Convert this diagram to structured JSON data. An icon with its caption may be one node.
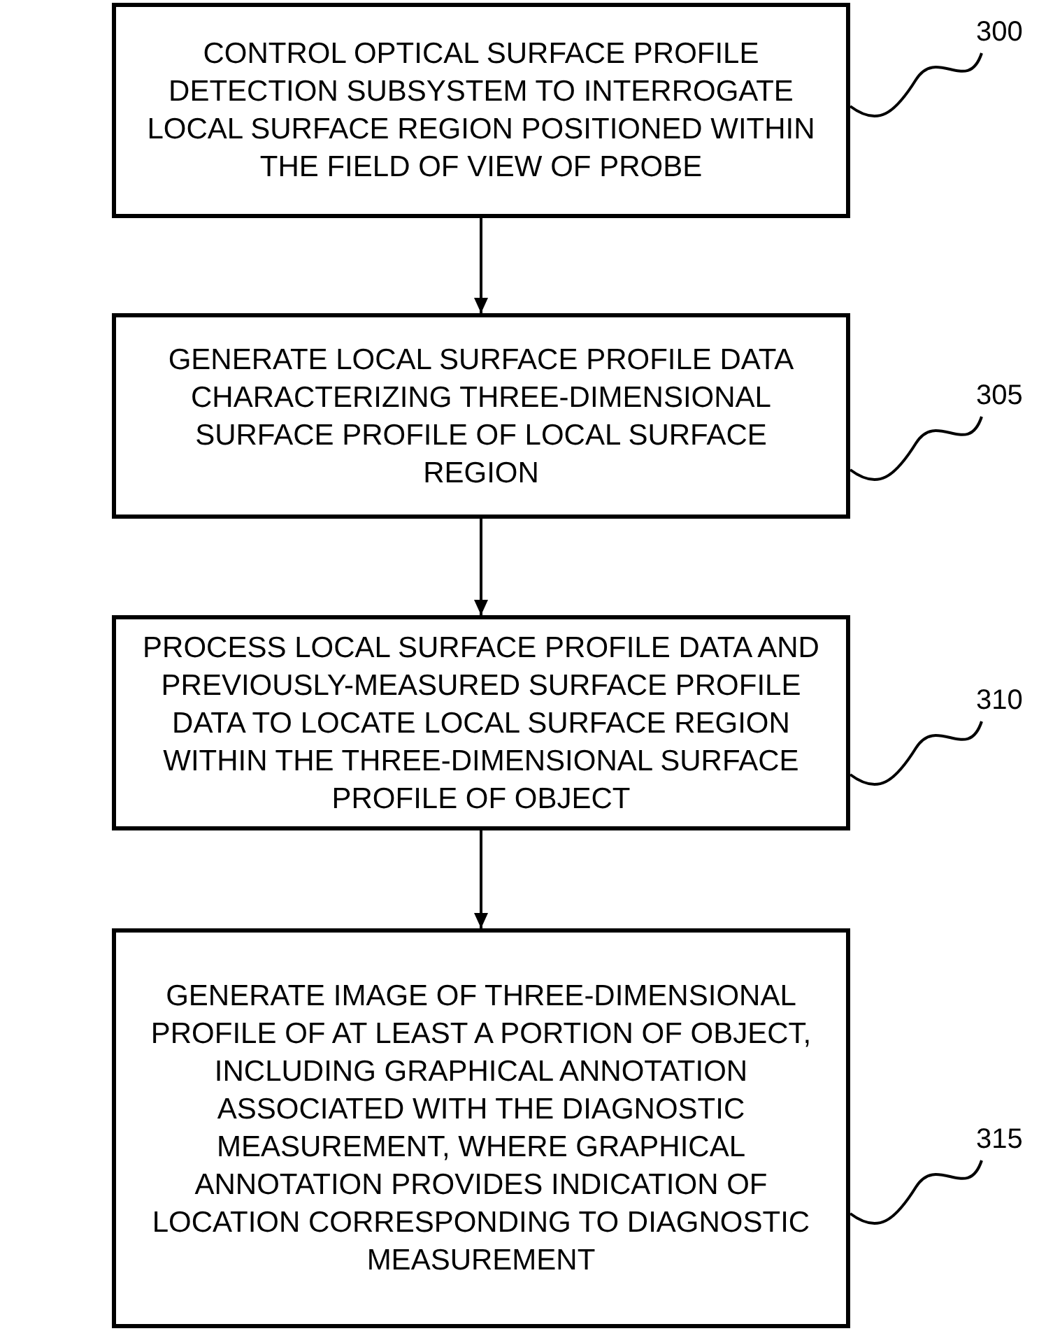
{
  "diagram": {
    "nodes": [
      {
        "text": [
          "CONTROL OPTICAL SURFACE PROFILE DETECTION SUBSYSTEM TO INTERROGATE LOCAL SURFACE REGION POSITIONED WITHIN THE FIELD OF VIEW OF PROBE"
        ]
      },
      {
        "text": [
          "300"
        ]
      },
      {
        "text": [
          "GENERATE LOCAL SURFACE PROFILE DATA CHARACTERIZING THREE-DIMENSIONAL SURFACE PROFILE OF LOCAL SURFACE REGION"
        ]
      },
      {
        "text": [
          "305"
        ]
      },
      {
        "text": [
          "PROCESS LOCAL SURFACE PROFILE DATA AND PREVIOUSLY-MEASURED SURFACE PROFILE DATA TO LOCATE LOCAL SURFACE REGION WITHIN THE THREE-DIMENSIONAL SURFACE PROFILE OF OBJECT"
        ]
      },
      {
        "text": [
          "310"
        ]
      },
      {
        "text": [
          "GENERATE IMAGE OF THREE-DIMENSIONAL PROFILE OF AT LEAST A PORTION OF OBJECT, INCLUDING GRAPHICAL ANNOTATION ASSOCIATED WITH THE DIAGNOSTIC MEASUREMENT, WHERE GRAPHICAL ANNOTATION PROVIDES INDICATION OF LOCATION CORRESPONDING TO DIAGNOSTIC MEASUREMENT"
        ]
      },
      {
        "text": [
          "315"
        ]
      }
    ],
    "edges": [
      {
        "from": 0,
        "to": 2,
        "arrow": "to"
      },
      {
        "from": 2,
        "to": 4,
        "arrow": "to"
      },
      {
        "from": 4,
        "to": 6,
        "arrow": "to"
      },
      {
        "from": 1,
        "to": 0,
        "arrow": "none"
      },
      {
        "from": 3,
        "to": 2,
        "arrow": "none"
      },
      {
        "from": 5,
        "to": 4,
        "arrow": "none"
      },
      {
        "from": 7,
        "to": 6,
        "arrow": "none"
      }
    ]
  }
}
